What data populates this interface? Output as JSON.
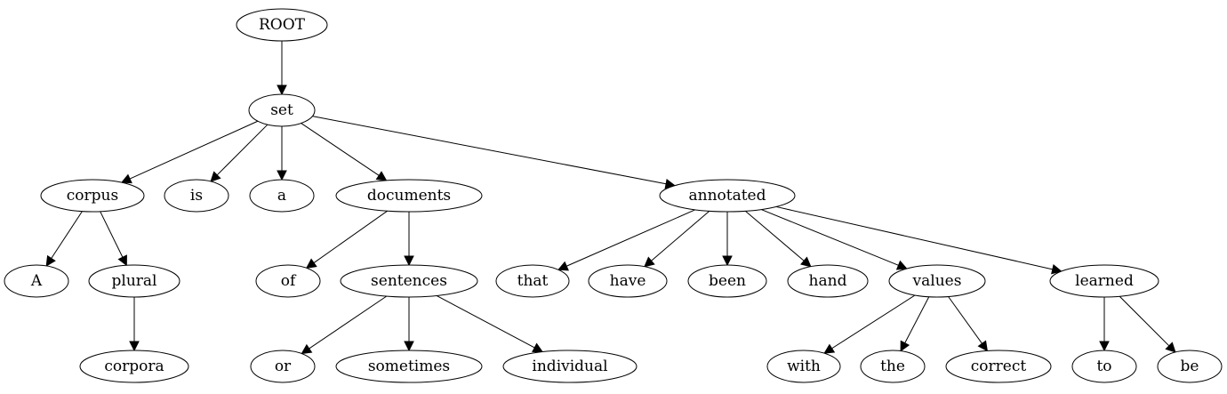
{
  "diagram": {
    "type": "dependency-tree",
    "nodes": [
      {
        "id": "root",
        "label": "ROOT"
      },
      {
        "id": "set",
        "label": "set"
      },
      {
        "id": "corpus",
        "label": "corpus"
      },
      {
        "id": "is",
        "label": "is"
      },
      {
        "id": "a",
        "label": "a"
      },
      {
        "id": "documents",
        "label": "documents"
      },
      {
        "id": "annotated",
        "label": "annotated"
      },
      {
        "id": "A",
        "label": "A"
      },
      {
        "id": "plural",
        "label": "plural"
      },
      {
        "id": "corpora",
        "label": "corpora"
      },
      {
        "id": "of",
        "label": "of"
      },
      {
        "id": "sentences",
        "label": "sentences"
      },
      {
        "id": "or",
        "label": "or"
      },
      {
        "id": "sometimes",
        "label": "sometimes"
      },
      {
        "id": "individual",
        "label": "individual"
      },
      {
        "id": "that",
        "label": "that"
      },
      {
        "id": "have",
        "label": "have"
      },
      {
        "id": "been",
        "label": "been"
      },
      {
        "id": "hand",
        "label": "hand"
      },
      {
        "id": "values",
        "label": "values"
      },
      {
        "id": "learned",
        "label": "learned"
      },
      {
        "id": "with",
        "label": "with"
      },
      {
        "id": "the",
        "label": "the"
      },
      {
        "id": "correct",
        "label": "correct"
      },
      {
        "id": "to",
        "label": "to"
      },
      {
        "id": "be",
        "label": "be"
      }
    ],
    "edges": [
      [
        "root",
        "set"
      ],
      [
        "set",
        "corpus"
      ],
      [
        "set",
        "is"
      ],
      [
        "set",
        "a"
      ],
      [
        "set",
        "documents"
      ],
      [
        "set",
        "annotated"
      ],
      [
        "corpus",
        "A"
      ],
      [
        "corpus",
        "plural"
      ],
      [
        "plural",
        "corpora"
      ],
      [
        "documents",
        "of"
      ],
      [
        "documents",
        "sentences"
      ],
      [
        "sentences",
        "or"
      ],
      [
        "sentences",
        "sometimes"
      ],
      [
        "sentences",
        "individual"
      ],
      [
        "annotated",
        "that"
      ],
      [
        "annotated",
        "have"
      ],
      [
        "annotated",
        "been"
      ],
      [
        "annotated",
        "hand"
      ],
      [
        "annotated",
        "values"
      ],
      [
        "annotated",
        "learned"
      ],
      [
        "values",
        "with"
      ],
      [
        "values",
        "the"
      ],
      [
        "values",
        "correct"
      ],
      [
        "learned",
        "to"
      ],
      [
        "learned",
        "be"
      ]
    ]
  }
}
